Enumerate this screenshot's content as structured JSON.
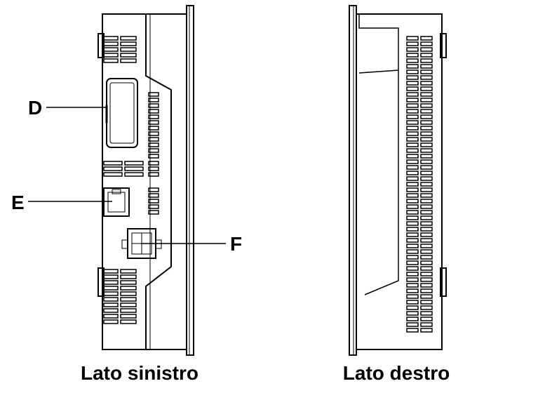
{
  "callouts": {
    "d": "D",
    "e": "E",
    "f": "F"
  },
  "captions": {
    "left": "Lato sinistro",
    "right": "Lato destro"
  },
  "colors": {
    "stroke": "#000000",
    "background": "#ffffff"
  }
}
